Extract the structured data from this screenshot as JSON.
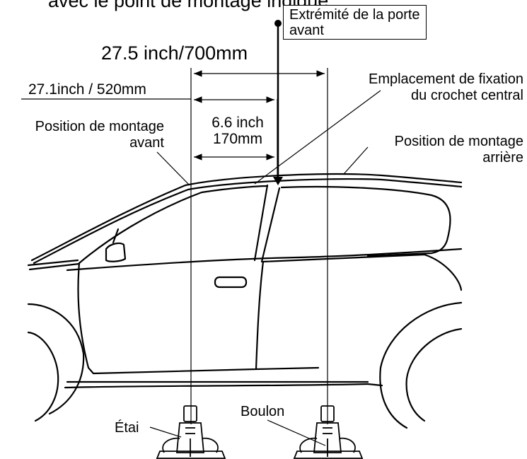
{
  "diagram": {
    "cut_heading": "avec le point de montage indiqué.",
    "labels": {
      "door_tip": [
        "Extrémité de la porte",
        "avant"
      ],
      "dim_700": "27.5 inch/700mm",
      "dim_520": "27.1inch / 520mm",
      "dim_170": [
        "6.6 inch",
        "170mm"
      ],
      "center_hook": [
        "Emplacement de fixation",
        "du crochet central"
      ],
      "front_mount": [
        "Position de montage",
        "avant"
      ],
      "rear_mount": [
        "Position de montage",
        "arrière"
      ],
      "stay": "Étai",
      "bolt": "Boulon"
    }
  }
}
